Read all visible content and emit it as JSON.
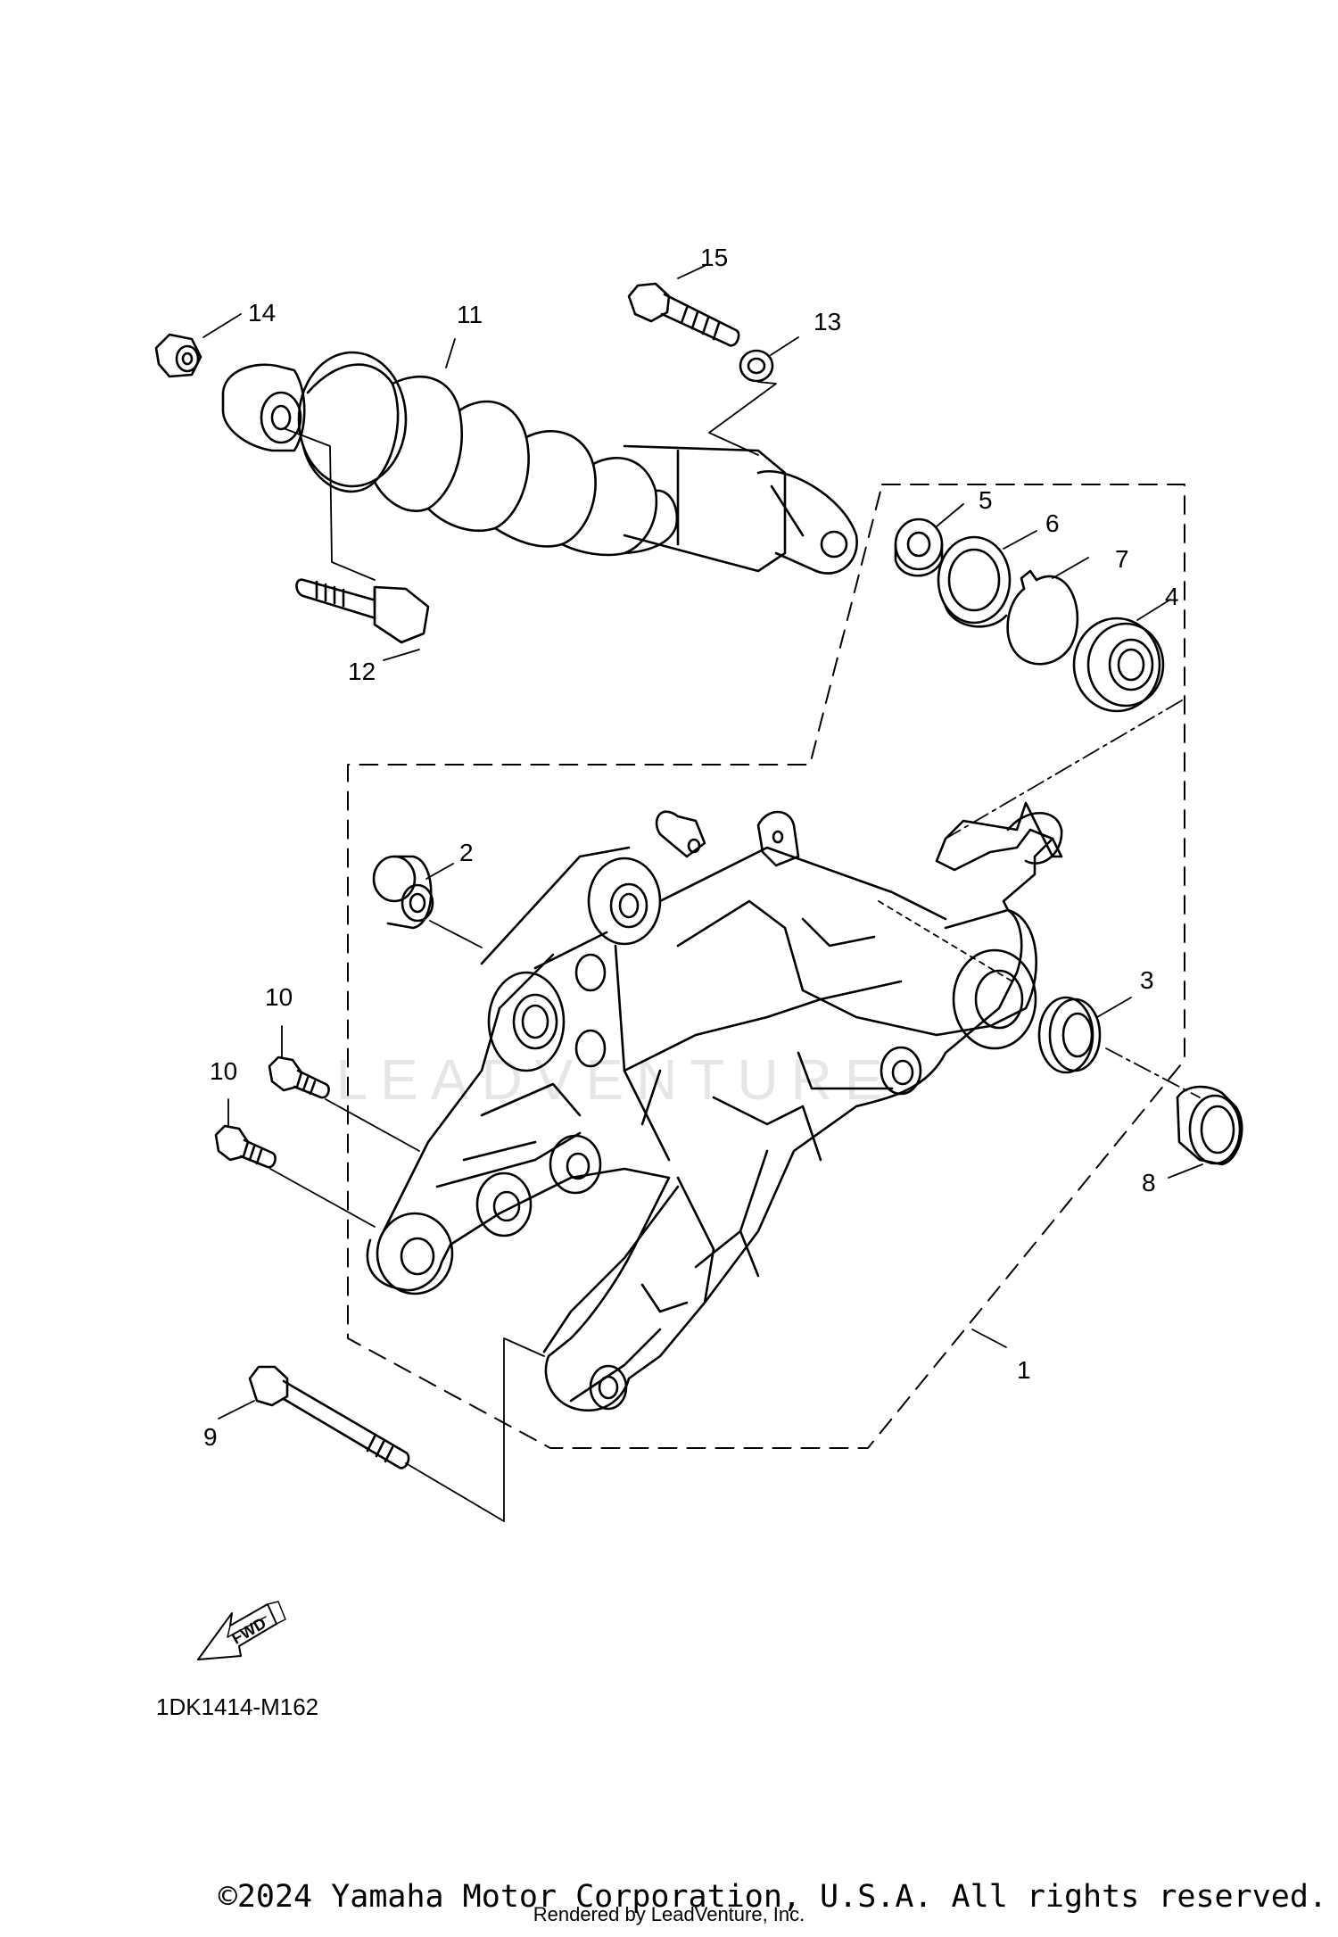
{
  "diagram": {
    "callouts": [
      {
        "id": "callout-1",
        "label": "1"
      },
      {
        "id": "callout-2",
        "label": "2"
      },
      {
        "id": "callout-3",
        "label": "3"
      },
      {
        "id": "callout-4",
        "label": "4"
      },
      {
        "id": "callout-5",
        "label": "5"
      },
      {
        "id": "callout-6",
        "label": "6"
      },
      {
        "id": "callout-7",
        "label": "7"
      },
      {
        "id": "callout-8",
        "label": "8"
      },
      {
        "id": "callout-9",
        "label": "9"
      },
      {
        "id": "callout-10a",
        "label": "10"
      },
      {
        "id": "callout-10b",
        "label": "10"
      },
      {
        "id": "callout-11",
        "label": "11"
      },
      {
        "id": "callout-12",
        "label": "12"
      },
      {
        "id": "callout-13",
        "label": "13"
      },
      {
        "id": "callout-14",
        "label": "14"
      },
      {
        "id": "callout-15",
        "label": "15"
      }
    ],
    "fwd_label": "FWD",
    "diagram_code": "1DK1414-M162",
    "watermark": "LEADVENTURE"
  },
  "footer": {
    "copyright": "©2024 Yamaha Motor Corporation, U.S.A. All rights reserved.",
    "rendered_by": "Rendered by LeadVenture, Inc."
  },
  "colors": {
    "ink": "#000000",
    "paper": "#ffffff",
    "watermark": "#e6e6e6"
  }
}
